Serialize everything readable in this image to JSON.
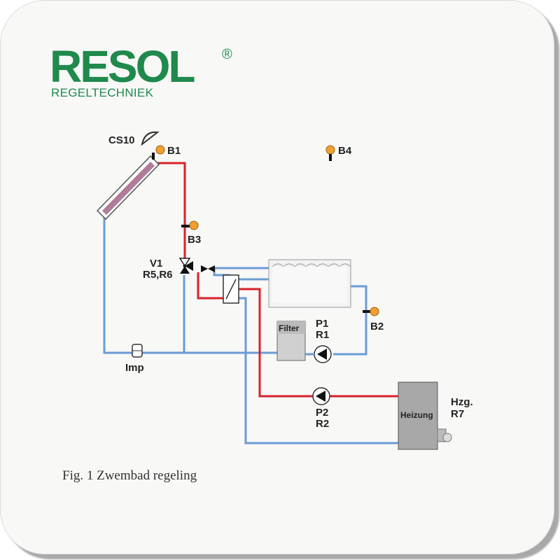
{
  "logo": {
    "brand": "RESOL",
    "registered": "®",
    "subtitle": "REGELTECHNIEK"
  },
  "labels": {
    "collector_sensor": "CS10",
    "collector_temp": "B1",
    "ambient_sensor": "B4",
    "return_sensor": "B3",
    "valve_name": "V1",
    "valve_relays": "R5,R6",
    "pool_sensor": "B2",
    "filter": "Filter",
    "pump1_name": "P1",
    "pump1_relay": "R1",
    "pump2_name": "P2",
    "pump2_relay": "R2",
    "heater": "Heizung",
    "heater_name": "Hzg.",
    "heater_relay": "R7",
    "flow_meter": "Imp"
  },
  "caption": "Fig. 1 Zwembad regeling",
  "colors": {
    "brand_green": "#1f8a4c",
    "flow_red": "#d9222a",
    "return_blue": "#6b9bd6",
    "sensor_orange": "#f0a030"
  }
}
